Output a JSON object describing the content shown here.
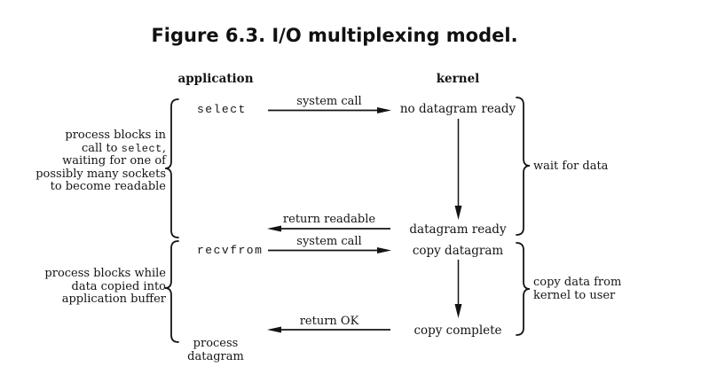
{
  "title": "Figure 6.3. I/O multiplexing model.",
  "columns": {
    "application": "application",
    "kernel": "kernel"
  },
  "app": {
    "select": "select",
    "recvfrom": "recvfrom",
    "process_line1": "process",
    "process_line2": "datagram"
  },
  "kernel": {
    "no_datagram_ready": "no datagram ready",
    "datagram_ready": "datagram ready",
    "copy_datagram": "copy datagram",
    "copy_complete": "copy complete"
  },
  "arrows": {
    "system_call_1": "system call",
    "return_readable": "return readable",
    "system_call_2": "system call",
    "return_ok": "return OK"
  },
  "ann": {
    "select_block": {
      "line1": "process blocks in",
      "line2_pre": "call to ",
      "line2_code": "select",
      "line2_post": ",",
      "line3": "waiting for one of",
      "line4": "possibly many sockets",
      "line5": "to become readable"
    },
    "copy_block": {
      "line1": "process blocks while",
      "line2": "data copied into",
      "line3": "application buffer"
    },
    "wait_for_data": "wait for data",
    "copy_data": {
      "line1": "copy data from",
      "line2": "kernel to user"
    }
  }
}
